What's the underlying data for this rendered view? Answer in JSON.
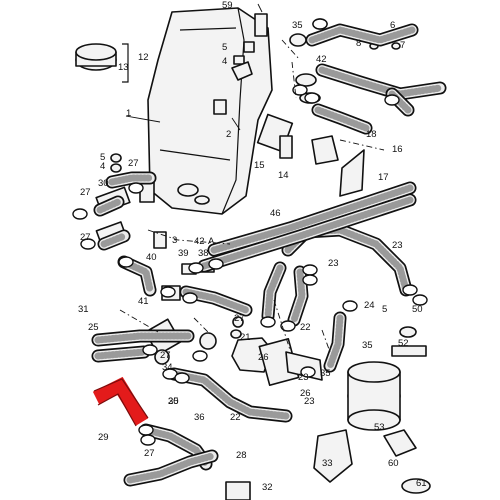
{
  "diagram": {
    "highlight_color": "#e31b1b",
    "highlighted_part": "29",
    "callouts": [
      "59",
      "35",
      "6",
      "8",
      "7",
      "12",
      "13",
      "5",
      "4",
      "42",
      "1",
      "2",
      "5",
      "4",
      "27",
      "30",
      "27",
      "27",
      "15",
      "14",
      "18",
      "16",
      "17",
      "3",
      "A",
      "42",
      "40",
      "39",
      "38",
      "41",
      "46",
      "23",
      "23",
      "24",
      "31",
      "25",
      "27",
      "20",
      "21",
      "22",
      "35",
      "34",
      "27",
      "35",
      "36",
      "22",
      "26",
      "23",
      "35",
      "26",
      "23",
      "5",
      "52",
      "50",
      "53",
      "29",
      "27",
      "28",
      "33",
      "60",
      "61",
      "32"
    ]
  }
}
